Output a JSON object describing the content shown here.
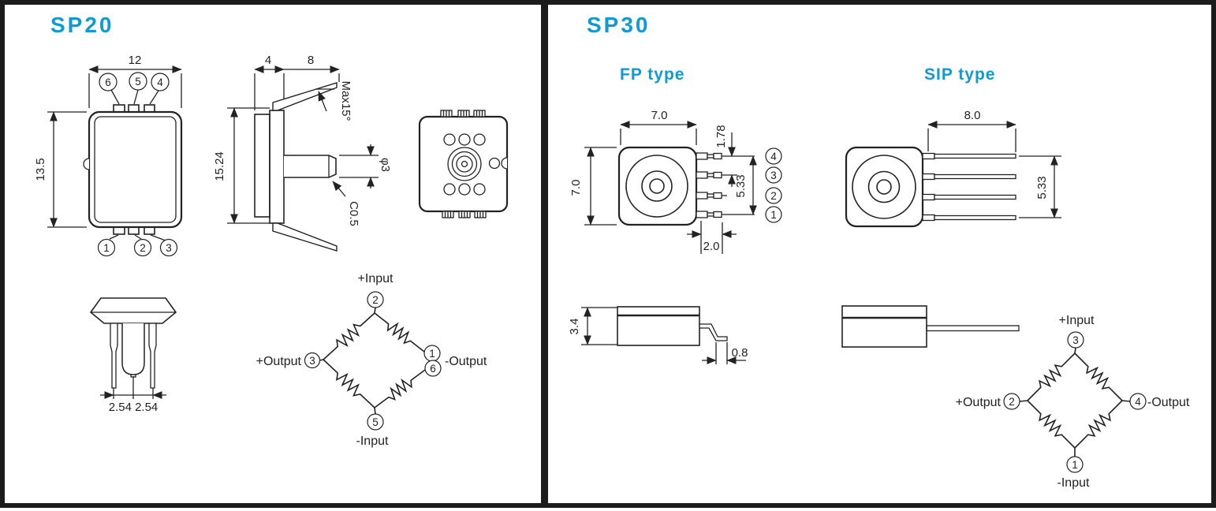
{
  "colors": {
    "accent": "#0d9ad5",
    "line": "#222222"
  },
  "sp20": {
    "title": "SP20",
    "front": {
      "dim_width": "12",
      "dim_height": "13.5",
      "pins_top": [
        "6",
        "5",
        "4"
      ],
      "pins_bottom": [
        "1",
        "2",
        "3"
      ]
    },
    "side": {
      "dim_a": "4",
      "dim_b": "8",
      "dim_height": "15.24",
      "angle": "Max15°",
      "port_dia": "φ3",
      "chamfer": "C0.5"
    },
    "bottom": {
      "pitch": "2.54 2.54"
    },
    "bridge": {
      "plus_input": "+Input",
      "minus_input": "-Input",
      "plus_output": "+Output",
      "minus_output": "-Output",
      "pin_top": "2",
      "pin_left": "3",
      "pin_right_top": "1",
      "pin_right_bottom": "6",
      "pin_bottom": "5"
    }
  },
  "sp30": {
    "title": "SP30",
    "fp": {
      "label": "FP type",
      "dim_width": "7.0",
      "dim_height": "7.0",
      "dim_pitch": "1.78",
      "dim_span": "5.33",
      "dim_len": "2.0",
      "dim_body_h": "3.4",
      "dim_foot": "0.8",
      "pins": [
        "4",
        "3",
        "2",
        "1"
      ]
    },
    "sip": {
      "label": "SIP type",
      "dim_len": "8.0",
      "dim_span": "5.33"
    },
    "bridge": {
      "plus_input": "+Input",
      "minus_input": "-Input",
      "plus_output": "+Output",
      "minus_output": "-Output",
      "pin_top": "3",
      "pin_left": "2",
      "pin_right": "4",
      "pin_bottom": "1"
    }
  }
}
